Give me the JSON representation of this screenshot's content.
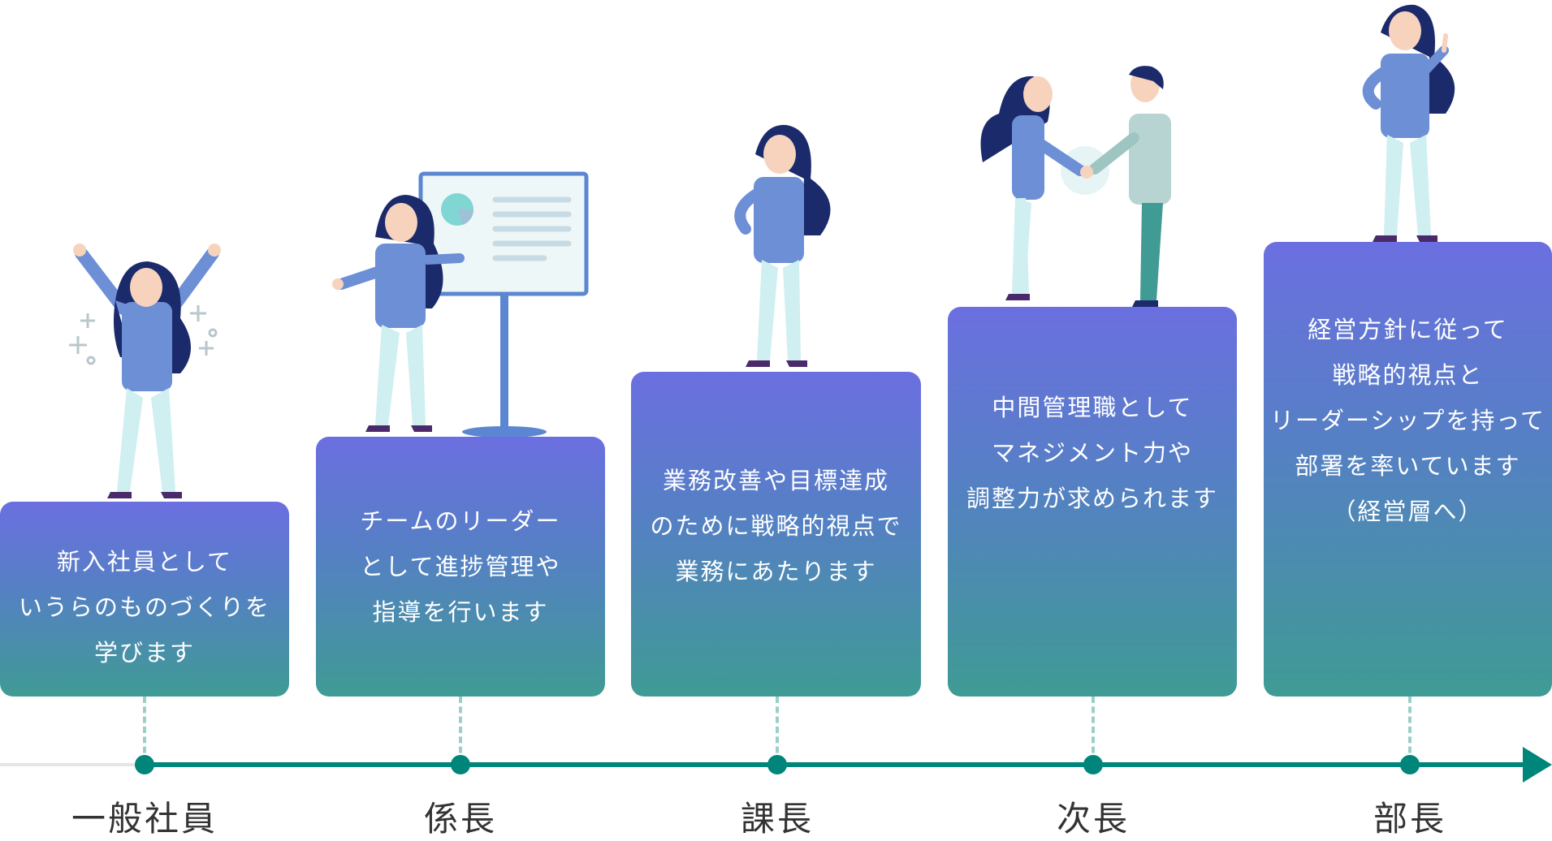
{
  "colors": {
    "block_top": "#6b6fe0",
    "block_bottom": "#3f9b94",
    "timeline": "#00857a",
    "connector": "#9ccfc8",
    "figure_jacket": "#6d8fd6",
    "figure_hair": "#1b2a6b",
    "figure_pants": "#cfeff0"
  },
  "stages": [
    {
      "title": "一般社員",
      "description": "新入社員として\nいうらのものづくりを\n学びます"
    },
    {
      "title": "係長",
      "description": "チームのリーダー\nとして進捗管理や\n指導を行います"
    },
    {
      "title": "課長",
      "description": "業務改善や目標達成\nのために戦略的視点で\n業務にあたります"
    },
    {
      "title": "次長",
      "description": "中間管理職として\nマネジメント力や\n調整力が求められます"
    },
    {
      "title": "部長",
      "description": "経営方針に従って\n戦略的視点と\nリーダーシップを持って\n部署を率いています\n（経営層へ）"
    }
  ],
  "icons": {
    "timeline_arrow": "arrow-right-icon",
    "figures": [
      "person-cheering-icon",
      "person-presenting-icon",
      "person-standing-icon",
      "people-handshake-icon",
      "person-pointing-up-icon"
    ]
  }
}
